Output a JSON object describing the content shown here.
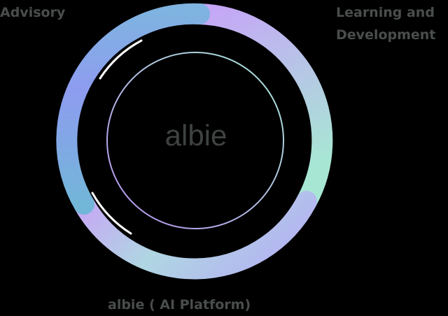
{
  "diagram": {
    "center_label": "albie",
    "segments": [
      {
        "label": "Advisory",
        "color_start": "#8e9cf0",
        "color_end": "#78b9dc"
      },
      {
        "label": "Learning and Development",
        "color_start": "#c5a6f7",
        "color_end": "#a8e6d4"
      },
      {
        "label": "albie ( AI Platform)",
        "color_start": "#c7a7f5",
        "color_end": "#a8e6d4"
      }
    ],
    "labels": {
      "advisory": "Advisory",
      "ld_line1": "Learning and",
      "ld_line2": "Development",
      "platform": "albie ( AI Platform)"
    },
    "colors": {
      "background": "#000000",
      "label_text": "#4a4d4d",
      "inner_ring_start": "#a8e6d4",
      "inner_ring_end": "#b892f0",
      "accent_arc": "#ffffff"
    }
  }
}
